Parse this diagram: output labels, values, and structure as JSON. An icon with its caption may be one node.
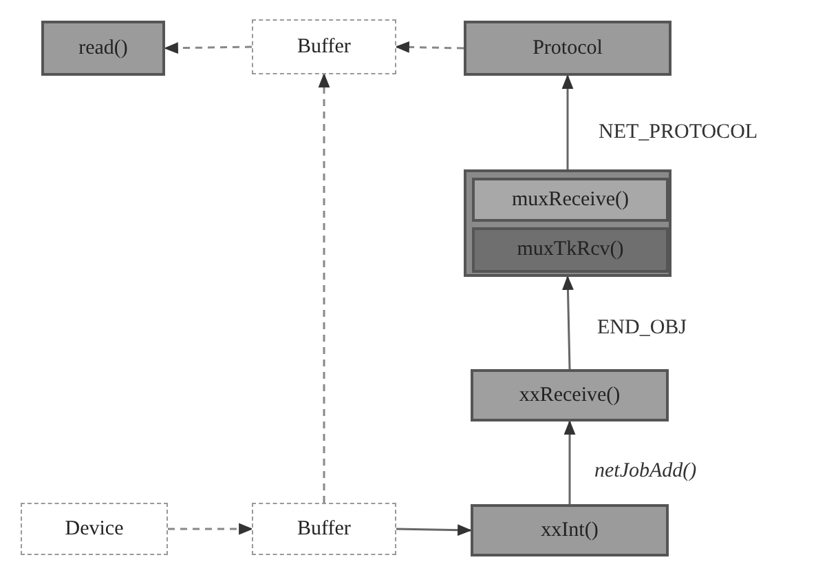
{
  "diagram": {
    "nodes": [
      {
        "text": [
          "read()"
        ]
      },
      {
        "text": [
          "Buffer"
        ]
      },
      {
        "text": [
          "Protocol"
        ]
      },
      {
        "text": [],
        "shape": "box"
      },
      {
        "text": [
          "muxReceive()"
        ],
        "in": 3
      },
      {
        "text": [
          "muxTkRcv()"
        ],
        "in": 3
      },
      {
        "text": [
          "xxReceive()"
        ]
      },
      {
        "text": [
          "Device"
        ]
      },
      {
        "text": [
          "Buffer"
        ]
      },
      {
        "text": [
          "xxInt()"
        ]
      }
    ],
    "edges": [
      {
        "from": 1,
        "to": 0,
        "arrow": "to",
        "style": "dashed"
      },
      {
        "from": 2,
        "to": 1,
        "arrow": "to",
        "style": "dashed"
      },
      {
        "from": 3,
        "to": 2,
        "arrow": "to",
        "label": "NET_PROTOCOL"
      },
      {
        "from": 6,
        "to": 3,
        "arrow": "to",
        "label": "END_OBJ"
      },
      {
        "from": 9,
        "to": 6,
        "arrow": "to",
        "label": "netJobAdd()"
      },
      {
        "from": 7,
        "to": 8,
        "arrow": "to",
        "style": "dashed"
      },
      {
        "from": 8,
        "to": 9,
        "arrow": "to"
      },
      {
        "from": 8,
        "to": 1,
        "arrow": "to",
        "style": "dashed"
      }
    ]
  }
}
